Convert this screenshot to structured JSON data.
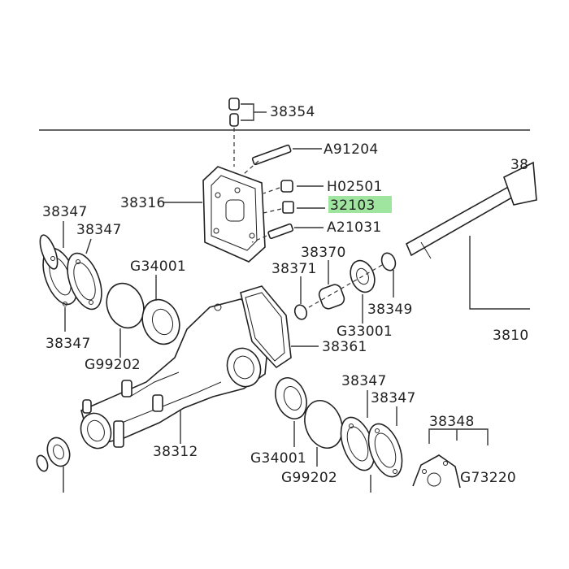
{
  "labels": {
    "p38354": "38354",
    "pA91204": "A91204",
    "p38316": "38316",
    "pH02501": "H02501",
    "p32103": "32103",
    "pA21031": "A21031",
    "p38347a": "38347",
    "p38347b": "38347",
    "p38347c": "38347",
    "p38370": "38370",
    "p38371": "38371",
    "pG34001a": "G34001",
    "p38349": "38349",
    "pG33001": "G33001",
    "pG99202a": "G99202",
    "p38361": "38361",
    "p38312": "38312",
    "p38347d": "38347",
    "p38347e": "38347",
    "pG34001b": "G34001",
    "pG99202b": "G99202",
    "p38348": "38348",
    "pG73220": "G73220",
    "p38_edge": "38",
    "p3810": "3810"
  },
  "highlight": {
    "part": "32103",
    "color": "#8ee08e"
  }
}
